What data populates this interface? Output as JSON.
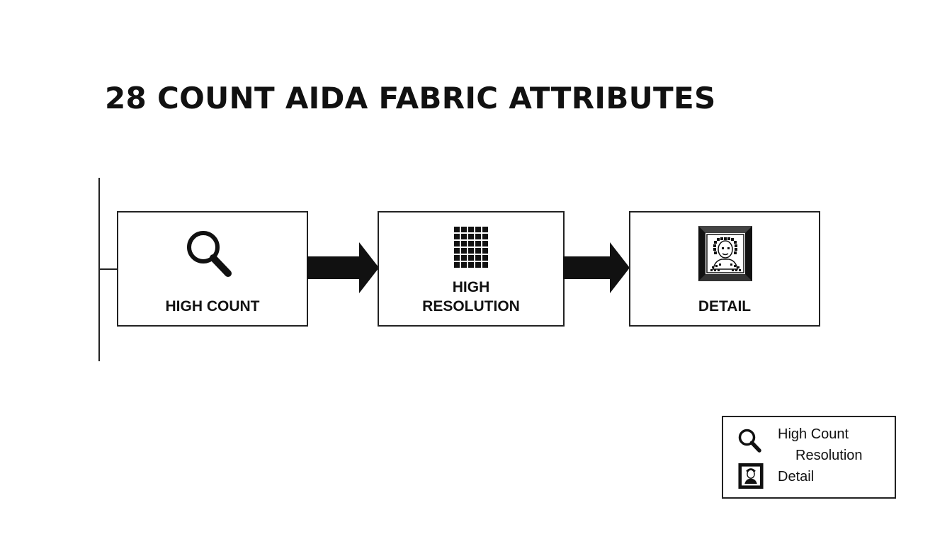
{
  "title": "28 COUNT AIDA FABRIC ATTRIBUTES",
  "steps": [
    {
      "id": "high-count",
      "label_lines": [
        "HIGH COUNT"
      ],
      "icon": "magnifier-icon"
    },
    {
      "id": "high-resolution",
      "label_lines": [
        "HIGH",
        "RESOLUTION"
      ],
      "icon": "grid-icon"
    },
    {
      "id": "detail",
      "label_lines": [
        "DETAIL"
      ],
      "icon": "framed-portrait-icon"
    }
  ],
  "connectors": [
    "arrow-right",
    "arrow-right"
  ],
  "legend": {
    "items": [
      {
        "label": "High Count",
        "icon": "magnifier-icon"
      },
      {
        "label": "Resolution",
        "icon": ""
      },
      {
        "label": "Detail",
        "icon": "framed-portrait-icon"
      }
    ]
  },
  "colors": {
    "stroke": "#222222",
    "text": "#111111",
    "background": "#ffffff"
  }
}
